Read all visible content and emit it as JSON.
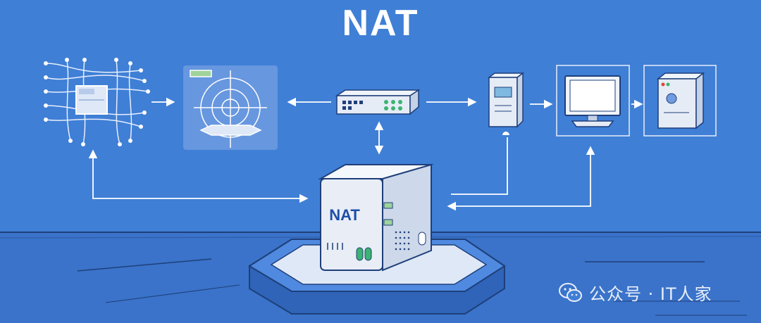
{
  "title": "NAT",
  "nat_box_label": "NAT",
  "watermark": {
    "text": "公众号 · IT人家",
    "icon": "wechat-icon"
  },
  "icons": {
    "network_map": "network-map-icon",
    "radar": "radar-icon",
    "switch": "network-switch-icon",
    "server": "server-tower-icon",
    "monitor": "desktop-monitor-icon",
    "pc_tower": "pc-tower-icon",
    "nat_device": "nat-device-icon"
  },
  "colors": {
    "background": "#3f7fd6",
    "floor": "#3a73c9",
    "line": "#ffffff",
    "device_body": "#e9eef6",
    "accent_green": "#3cb371"
  }
}
